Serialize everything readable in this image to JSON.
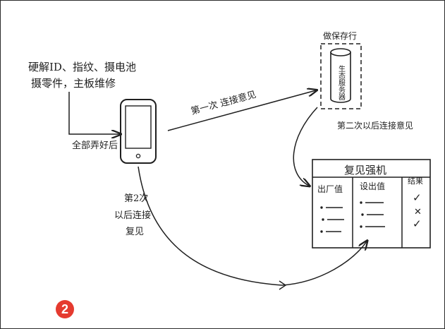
{
  "diagram": {
    "notes": {
      "hardware_line1": "硬解ID、指纹、摄电池",
      "hardware_line2": "摄零件，主板维修",
      "full_report": "全部弄好后"
    },
    "labels": {
      "first_connect": "第一次 连接意见",
      "server_top": "做保存行",
      "server_side": "第二次以后连接意见",
      "mobile_second_1": "第2次",
      "mobile_second_2": "以后连接",
      "mobile_second_3": "复见"
    },
    "server": {
      "cylinder_text": "生态服务器"
    },
    "table": {
      "title": "复见强机",
      "columns": [
        "出厂值",
        "设出值",
        "结果"
      ],
      "results": [
        "✓",
        "✕",
        "✓"
      ]
    }
  },
  "step_badge": "2"
}
